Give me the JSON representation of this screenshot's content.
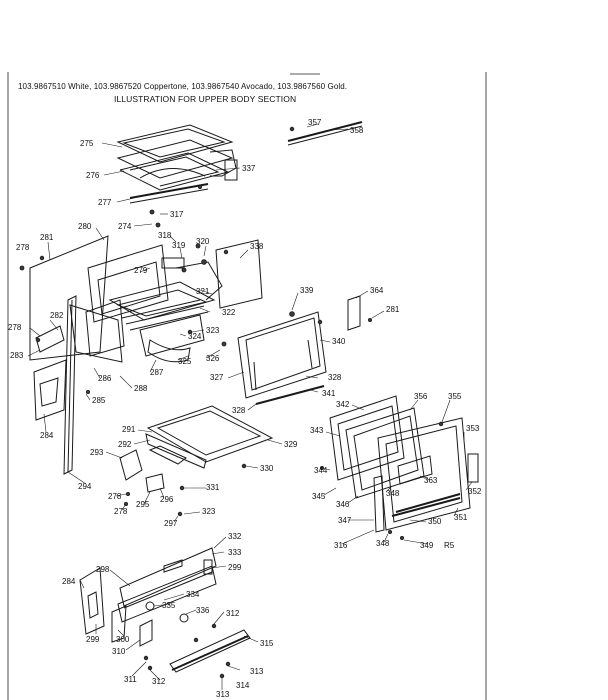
{
  "header": {
    "models_line": "103.9867510 White,  103.9867520 Coppertone,  103.9867540 Avocado,  103.9867560 Gold.",
    "title": "ILLUSTRATION FOR UPPER BODY SECTION"
  },
  "footer": {
    "page_code": "R5"
  },
  "part_labels": {
    "p275": "275",
    "p276": "276",
    "p277": "277",
    "p337": "337",
    "p274": "274",
    "p317": "317",
    "p357": "357",
    "p358": "358",
    "p280": "280",
    "p281a": "281",
    "p278a": "278",
    "p318": "318",
    "p319": "319",
    "p320": "320",
    "p338": "338",
    "p279": "279",
    "p321": "321",
    "p322": "322",
    "p282": "282",
    "p278b": "278",
    "p283": "283",
    "p323a": "323",
    "p324": "324",
    "p325": "325",
    "p326": "326",
    "p287": "287",
    "p286": "286",
    "p288": "288",
    "p285": "285",
    "p284a": "284",
    "p339": "339",
    "p364": "364",
    "p281b": "281",
    "p340": "340",
    "p327": "327",
    "p328a": "328",
    "p328b": "328",
    "p341": "341",
    "p342": "342",
    "p356": "356",
    "p355": "355",
    "p343": "343",
    "p353": "353",
    "p291": "291",
    "p292": "292",
    "p329": "329",
    "p293": "293",
    "p330a": "330",
    "p344": "344",
    "p294": "294",
    "p278c": "278",
    "p278d": "278",
    "p295": "295",
    "p296": "296",
    "p331": "331",
    "p297": "297",
    "p323b": "323",
    "p345": "345",
    "p346": "346",
    "p348": "348",
    "p363": "363",
    "p352": "352",
    "p351": "351",
    "p347": "347",
    "p350": "350",
    "p316": "316",
    "p349b": "348",
    "p349": "349",
    "p332": "332",
    "p333": "333",
    "p298": "298",
    "p299a": "299",
    "p284b": "284",
    "p334": "334",
    "p335": "335",
    "p336": "336",
    "p312a": "312",
    "p299b": "299",
    "p300": "300",
    "p310": "310",
    "p315": "315",
    "p311": "311",
    "p312b": "312",
    "p313a": "313",
    "p314": "314",
    "p313b": "313"
  }
}
